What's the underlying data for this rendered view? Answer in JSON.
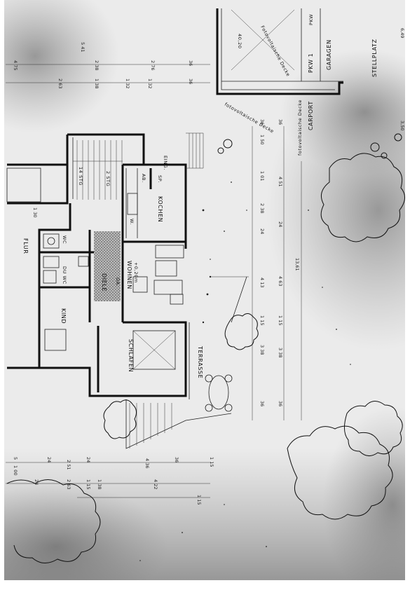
{
  "rooms": {
    "stellplatz": "STELLPLATZ",
    "garagen": "GARAGEN",
    "pkw1": "PKW 1",
    "pkw2": "PKW",
    "carport": "CARPORT",
    "eing": "EING.",
    "stg14": "14 STG",
    "stg2": "2 STG",
    "ab": "AB.",
    "sp": "SP.",
    "w": "W.",
    "kochen": "KOCHEN",
    "flur": "FLUR",
    "wc": "WC",
    "du_wc": "DU WC",
    "diele": "DIELE",
    "ga": "GA.",
    "wohnen": "WOHNEN",
    "wohnen_level": "+0,20m",
    "kind": "KIND",
    "schlafen": "SCHLAFEN",
    "terrasse": "TERRASSE"
  },
  "notes": {
    "roof1": "Fotovoltaische Decke",
    "roof2": "fotovoltaische Decke",
    "top_value": "40,20"
  },
  "dimensions": {
    "top_row": [
      "4 75",
      "5 41",
      "2 38",
      "2 76",
      "36",
      "2 63",
      "1 38",
      "1 32",
      "1 32",
      "36"
    ],
    "right_col_a": [
      "6,49",
      "3,50",
      "36",
      "1 50",
      "1 01",
      "2 38",
      "24",
      "4 13",
      "1 15",
      "3 38",
      "36"
    ],
    "right_col_b": [
      "36",
      "4 51",
      "24",
      "4 63",
      "1 15",
      "3 38",
      "36"
    ],
    "right_total": "13,61",
    "bottom_row": [
      "5",
      "1 00",
      "24",
      "2 51",
      "24",
      "4 36",
      "36",
      "1 15",
      "4 22",
      "1 38",
      "1 15",
      "2 63",
      "24",
      "1 15"
    ],
    "stair_dim": "1 30"
  }
}
